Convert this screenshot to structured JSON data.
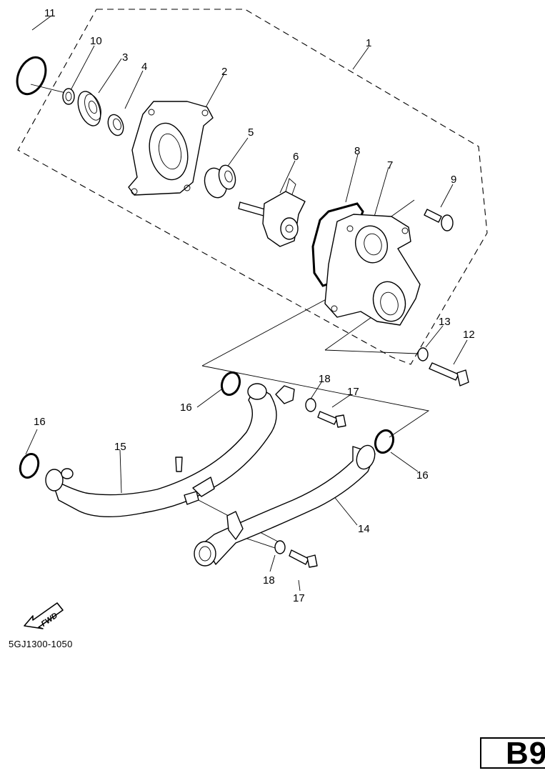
{
  "diagram": {
    "callouts": [
      {
        "id": "c1",
        "text": "1"
      },
      {
        "id": "c2",
        "text": "2"
      },
      {
        "id": "c3",
        "text": "3"
      },
      {
        "id": "c4",
        "text": "4"
      },
      {
        "id": "c5",
        "text": "5"
      },
      {
        "id": "c6",
        "text": "6"
      },
      {
        "id": "c7",
        "text": "7"
      },
      {
        "id": "c8",
        "text": "8"
      },
      {
        "id": "c9",
        "text": "9"
      },
      {
        "id": "c10",
        "text": "10"
      },
      {
        "id": "c11",
        "text": "11"
      },
      {
        "id": "c12",
        "text": "12"
      },
      {
        "id": "c13",
        "text": "13"
      },
      {
        "id": "c14",
        "text": "14"
      },
      {
        "id": "c15",
        "text": "15"
      },
      {
        "id": "c16a",
        "text": "16"
      },
      {
        "id": "c16b",
        "text": "16"
      },
      {
        "id": "c16c",
        "text": "16"
      },
      {
        "id": "c17a",
        "text": "17"
      },
      {
        "id": "c17b",
        "text": "17"
      },
      {
        "id": "c18a",
        "text": "18"
      },
      {
        "id": "c18b",
        "text": "18"
      }
    ],
    "direction_label": "FWD",
    "drawing_code": "5GJ1300-1050",
    "page_tag": "B9"
  }
}
